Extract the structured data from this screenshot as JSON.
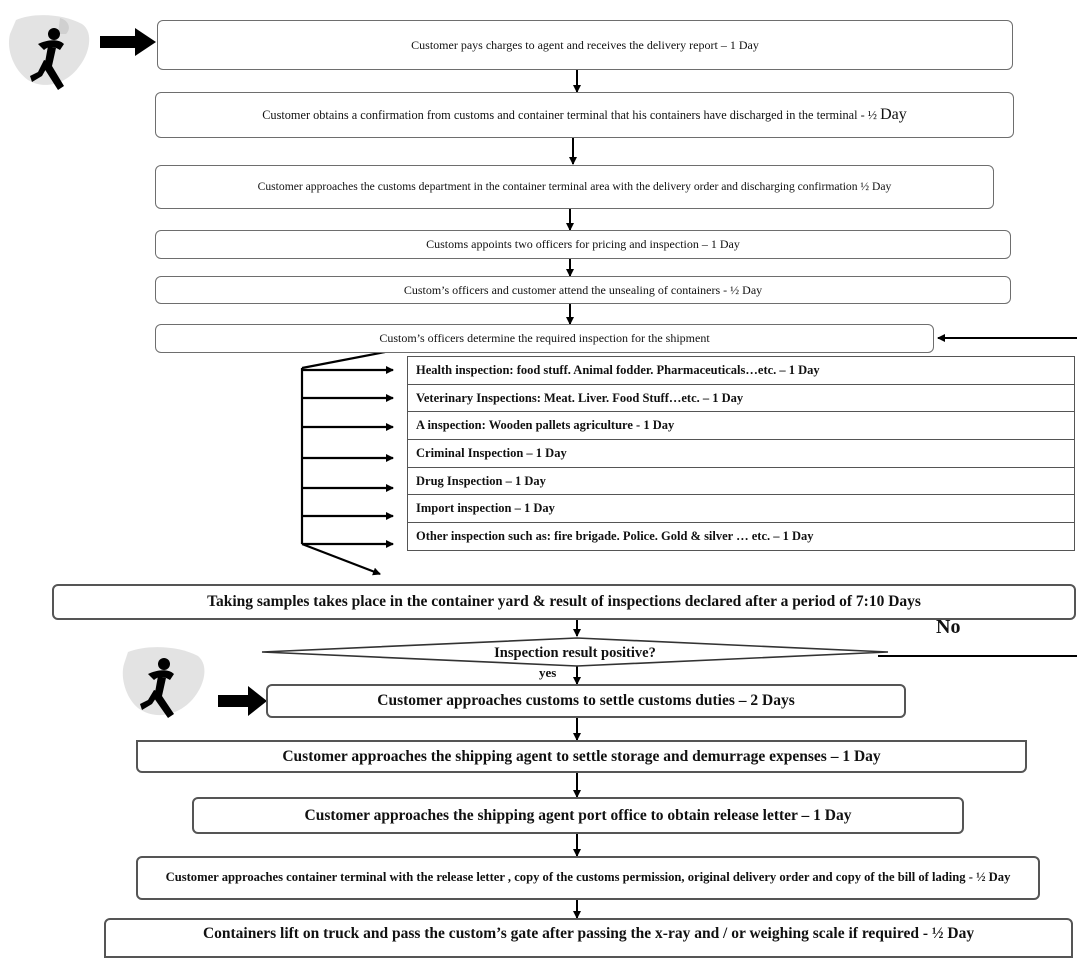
{
  "steps": [
    "Customer pays charges to agent and receives the delivery  report – 1 Day",
    "Customer obtains a confirmation from customs and container terminal that his containers have discharged in the terminal - ½ ",
    "Customer approaches the customs department in the container terminal area with the delivery order and discharging confirmation ½ Day",
    "Customs appoints two officers for pricing and inspection – 1 Day",
    "Custom’s officers and customer attend the unsealing of containers - ½ Day",
    "Custom’s officers determine the required inspection for the shipment",
    "Taking samples takes place in the container yard & result of inspections declared after a period of 7:10 Days",
    "Customer approaches customs to settle customs duties – 2 Days",
    "Customer approaches the shipping agent to settle storage and demurrage expenses – 1 Day",
    "Customer approaches the shipping agent port office to obtain release letter – 1 Day",
    "Customer approaches container terminal with the release letter , copy of the customs permission, original delivery order and copy of the bill of lading - ½ Day",
    "Containers lift on truck and pass the custom’s gate after passing the x-ray and / or weighing scale  if required - ½ Day"
  ],
  "step2_suffix": "Day",
  "inspections": [
    "Health inspection: food stuff. Animal fodder. Pharmaceuticals…etc. – 1 Day",
    "Veterinary Inspections: Meat. Liver. Food Stuff…etc. – 1 Day",
    "A inspection: Wooden pallets  agriculture  - 1 Day",
    "Criminal Inspection – 1 Day",
    "Drug Inspection – 1 Day",
    "Import inspection – 1 Day",
    "Other inspection such as: fire brigade. Police. Gold & silver … etc. – 1 Day"
  ],
  "decision": {
    "question": "Inspection result positive?",
    "yes_label": "yes",
    "no_label": "No"
  },
  "colors": {
    "border": "#6e6e6e",
    "arrow": "#000000",
    "figure_bg": "#d9d9d9"
  },
  "icons": [
    "running-person-icon",
    "thick-arrow-icon"
  ]
}
